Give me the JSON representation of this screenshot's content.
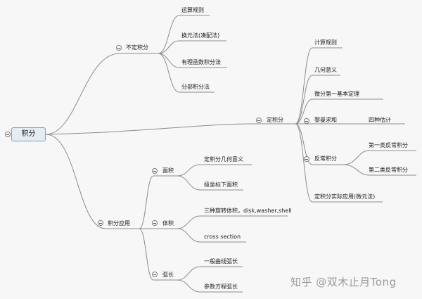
{
  "root": {
    "label": "积分"
  },
  "branches": {
    "indefinite": {
      "label": "不定积分",
      "children": [
        "运算规则",
        "换元法(凑配法)",
        "有理函数积分法",
        "分部积分法"
      ]
    },
    "definite": {
      "label": "定积分",
      "children": [
        "计算规则",
        "几何意义",
        "微分第一基本定理",
        "黎曼求和",
        "反常积分",
        "定积分实际应用(微元法)"
      ],
      "riemann": {
        "children": [
          "四种估计"
        ]
      },
      "improper": {
        "children": [
          "第一类反常积分",
          "第二类反常积分"
        ]
      }
    },
    "application": {
      "label": "积分应用",
      "area": {
        "label": "面积",
        "children": [
          "定积分几何意义",
          "极坐标下面积"
        ]
      },
      "volume": {
        "label": "体积",
        "children": [
          "三种旋转体积，disk,washer,shell",
          "cross section"
        ]
      },
      "arc": {
        "label": "弧长",
        "children": [
          "一般曲线弧长",
          "参数方程弧长"
        ]
      }
    }
  },
  "watermark": "知乎 @双木止月Tong",
  "colors": {
    "line": "#8c8c8c",
    "root_fill": "#e4edf3",
    "root_border": "#7f9fb0",
    "background": "#f7f7f7"
  }
}
